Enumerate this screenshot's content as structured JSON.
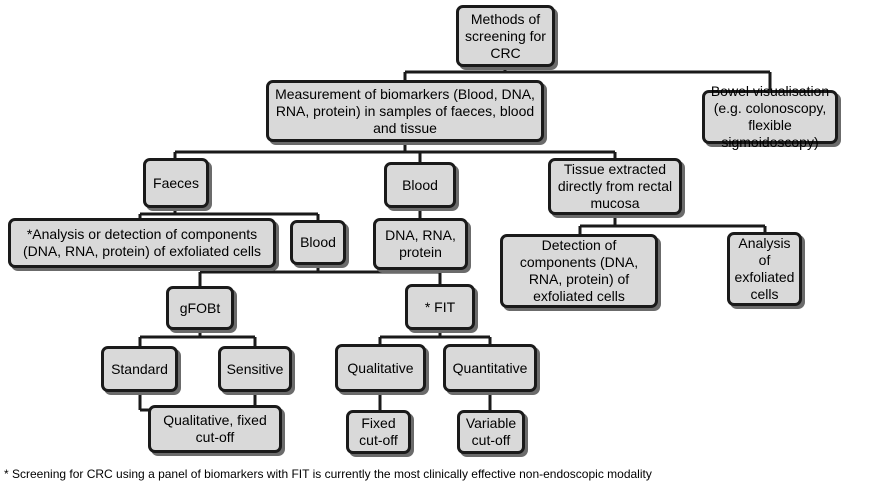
{
  "nodes": {
    "root": "Methods of screening for CRC",
    "biomarkers": "Measurement of biomarkers (Blood, DNA, RNA, protein) in samples of faeces, blood and tissue",
    "bowel": "Bowel visualisation (e.g. colonoscopy, flexible sigmoidoscopy)",
    "faeces": "Faeces",
    "blood_main": "Blood",
    "tissue": "Tissue extracted directly from rectal mucosa",
    "analysis_components": "*Analysis or detection of components (DNA, RNA, protein) of exfoliated cells",
    "blood_sub": "Blood",
    "dna_rna_protein": "DNA, RNA, protein",
    "detection_components": "Detection of components (DNA, RNA, protein) of exfoliated cells",
    "analysis_exfoliated": "Analysis of exfoliated cells",
    "gfobt": "gFOBt",
    "fit": "* FIT",
    "standard": "Standard",
    "sensitive": "Sensitive",
    "qualitative": "Qualitative",
    "quantitative": "Quantitative",
    "qual_fixed": "Qualitative, fixed cut-off",
    "fixed_cutoff": "Fixed cut-off",
    "variable_cutoff": "Variable cut-off"
  },
  "footnote": "* Screening for CRC using a panel of biomarkers with FIT is currently the most clinically effective non-endoscopic modality",
  "colors": {
    "box_fill": "#d9d9d9",
    "box_border": "#1a1a1a",
    "box_shadow": "#6b6b6b",
    "connector": "#1a1a1a"
  }
}
